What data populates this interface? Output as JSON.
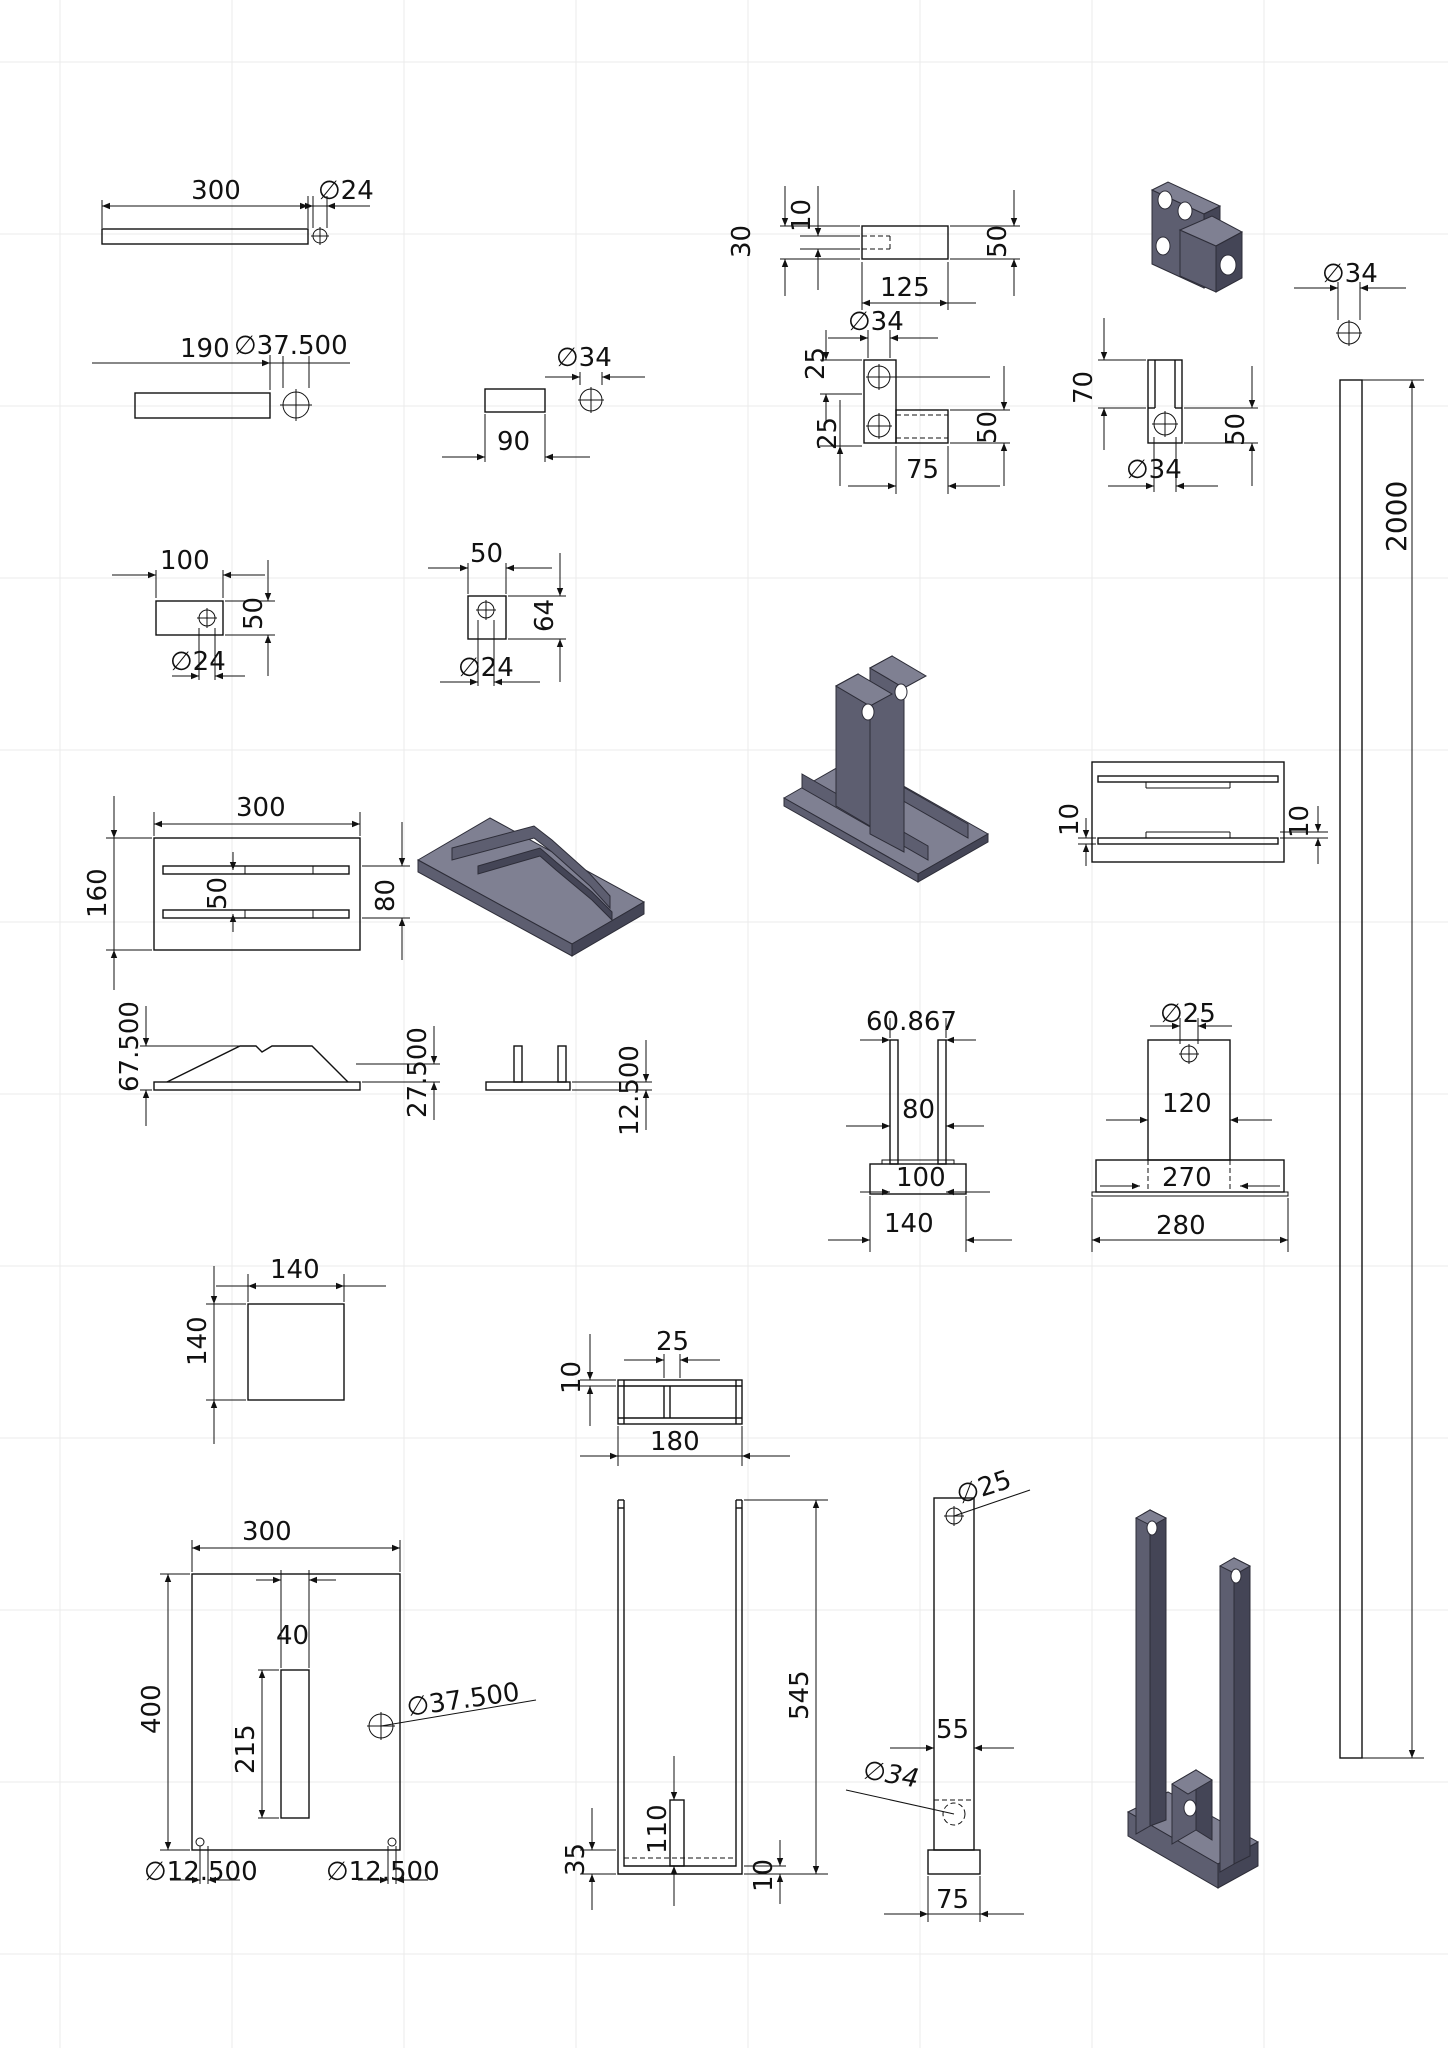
{
  "drawing": {
    "dims": {
      "bar_length": "300",
      "bar_dia": "∅24",
      "pin_length": "190",
      "pin_dia": "∅37.500",
      "short_len": "90",
      "short_dia": "∅34",
      "plate100_w": "100",
      "plate100_h": "50",
      "plate100_dia": "∅24",
      "plate50_w": "50",
      "plate50_h": "64",
      "plate50_dia": "∅24",
      "clevis_30": "30",
      "clevis_10": "10",
      "clevis_50a": "50",
      "clevis_125": "125",
      "clevis_dia": "∅34",
      "clevis_25a": "25",
      "clevis_25b": "25",
      "clevis_50b": "50",
      "clevis_75": "75",
      "clevis_side_70": "70",
      "clevis_side_50": "50",
      "clevis_side_dia": "∅34",
      "rod_dia": "∅34",
      "rod_length": "2000",
      "base_w": "300",
      "base_h": "160",
      "base_slot": "50",
      "base_80": "80",
      "base_67": "67.500",
      "base_27": "27.500",
      "base_12": "12.500",
      "bracket_10a": "10",
      "bracket_10b": "10",
      "front_60": "60.867",
      "front_80": "80",
      "front_100": "100",
      "front_140": "140",
      "side_dia": "∅25",
      "side_120": "120",
      "side_270": "270",
      "side_280": "280",
      "sq_w": "140",
      "sq_h": "140",
      "frame_10": "10",
      "frame_25": "25",
      "frame_180": "180",
      "tall_545": "545",
      "tall_110": "110",
      "tall_35": "35",
      "tall_10": "10",
      "plate_w": "300",
      "plate_h": "400",
      "plate_40": "40",
      "plate_215": "215",
      "plate_dia": "∅37.500",
      "plate_hole1": "∅12.500",
      "plate_hole2": "∅12.500",
      "leg_dia": "∅25",
      "leg_55": "55",
      "leg_dia34": "∅34",
      "leg_75": "75"
    }
  }
}
